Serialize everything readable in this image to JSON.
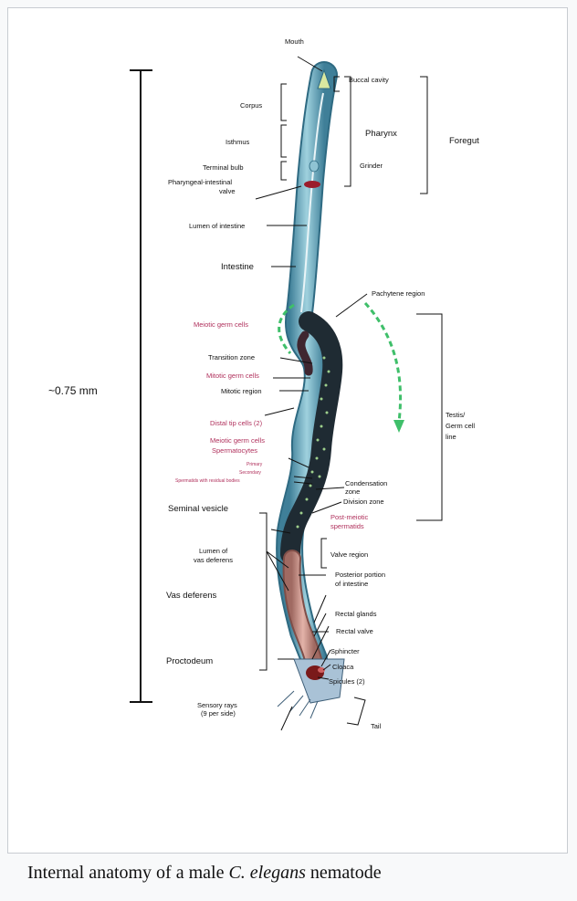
{
  "figure": {
    "scale_label": "~0.75 mm",
    "labels": {
      "mouth": "Mouth",
      "buccal_cavity": "Buccal cavity",
      "corpus": "Corpus",
      "pharynx": "Pharynx",
      "foregut": "Foregut",
      "isthmus": "Isthmus",
      "terminal_bulb": "Terminal bulb",
      "grinder": "Grinder",
      "pharyngeal_valve_1": "Pharyngeal-intestinal",
      "pharyngeal_valve_2": "valve",
      "lumen_intestine": "Lumen of intestine",
      "intestine": "Intestine",
      "pachytene": "Pachytene region",
      "meiotic_germ": "Meiotic germ cells",
      "transition_zone": "Transition zone",
      "mitotic_germ": "Mitotic germ cells",
      "mitotic_region": "Mitotic region",
      "distal_tip": "Distal tip cells (2)",
      "meiotic_germ_2": "Meiotic germ cells",
      "spermatocytes": "Spermatocytes",
      "primary": "Primary",
      "secondary": "Secondary",
      "spermatids_bodies": "Spermatids with residual bodies",
      "testis_1": "Testis/",
      "testis_2": "Germ cell",
      "testis_3": "line",
      "condensation_1": "Condensation",
      "condensation_2": "zone",
      "division_zone": "Division zone",
      "seminal_vesicle": "Seminal vesicle",
      "post_meiotic_1": "Post-meiotic",
      "post_meiotic_2": "spermatids",
      "lumen_vas_1": "Lumen of",
      "lumen_vas_2": "vas deferens",
      "valve_region": "Valve region",
      "vas_deferens": "Vas deferens",
      "posterior_1": "Posterior portion",
      "posterior_2": "of intestine",
      "rectal_glands": "Rectal glands",
      "rectal_valve": "Rectal valve",
      "sphincter": "Sphincter",
      "cloaca": "Cloaca",
      "proctodeum": "Proctodeum",
      "spicules": "Spicules (2)",
      "sensory_1": "Sensory rays",
      "sensory_2": "(9 per side)",
      "tail": "Tail"
    },
    "colors": {
      "body": "#6fb3c8",
      "body_dark": "#3f7f98",
      "gonad": "#1f2b33",
      "vas": "#c98f86",
      "red_label": "#b0305c",
      "green_arrow": "#3fbf6a"
    }
  },
  "caption": {
    "prefix": "Internal anatomy of a male ",
    "species": "C. elegans",
    "suffix": " nematode"
  }
}
